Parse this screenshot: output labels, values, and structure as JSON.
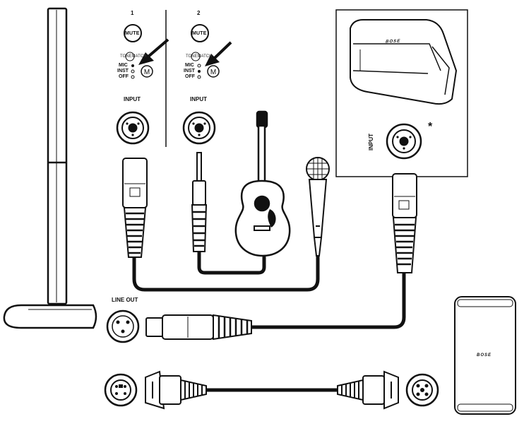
{
  "channels": [
    {
      "number": "1",
      "mute_label": "MUTE",
      "tone_label": "TONEMATCH",
      "modes": [
        "MIC",
        "INST",
        "OFF"
      ],
      "input_label": "INPUT"
    },
    {
      "number": "2",
      "mute_label": "MUTE",
      "tone_label": "TONEMATCH",
      "modes": [
        "MIC",
        "INST",
        "OFF"
      ],
      "input_label": "INPUT"
    }
  ],
  "speaker": {
    "brand": "BOSE",
    "input_label": "INPUT",
    "note_mark": "*"
  },
  "line_out_label": "LINE OUT",
  "subwoofer": {
    "brand": "BOSE"
  },
  "colors": {
    "line": "#111111",
    "panel_fill": "#ffffff",
    "shade": "#e6e6e6"
  }
}
